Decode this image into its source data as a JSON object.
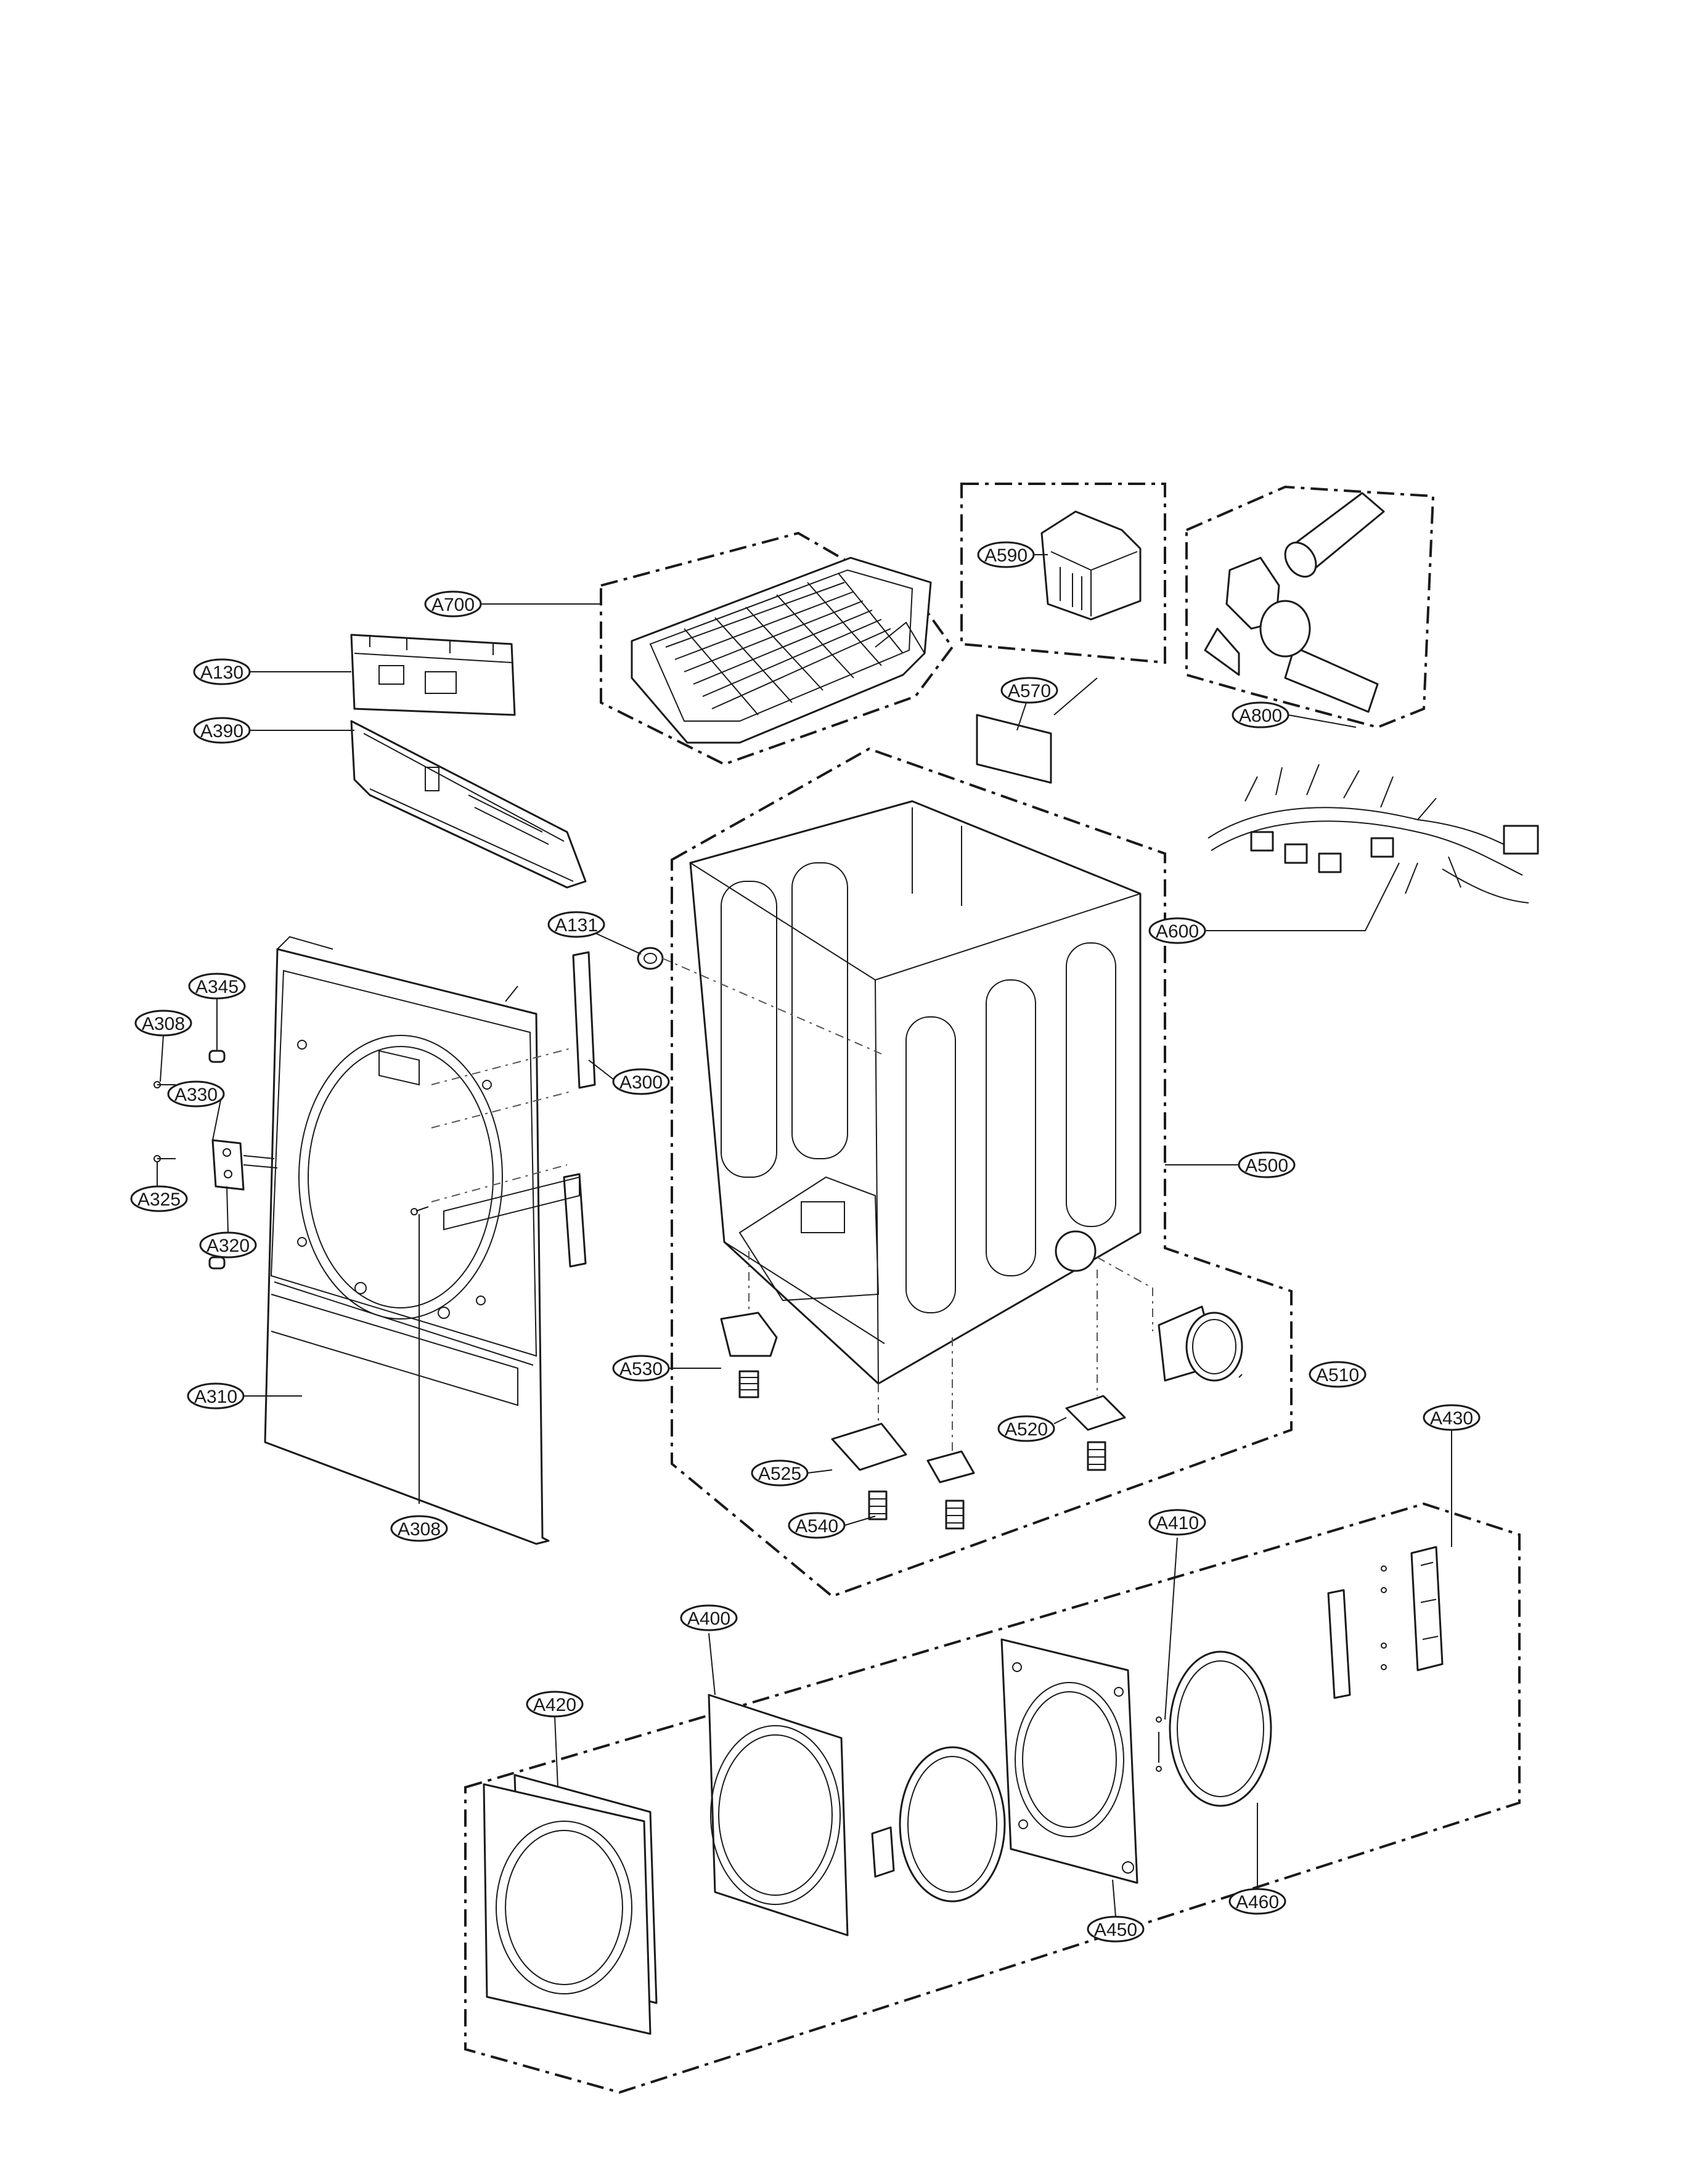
{
  "colors": {
    "ink": "#1a1a1a",
    "background": "#ffffff"
  },
  "callouts": [
    {
      "id": "A700",
      "label": "A700"
    },
    {
      "id": "A130",
      "label": "A130"
    },
    {
      "id": "A390",
      "label": "A390"
    },
    {
      "id": "A590",
      "label": "A590"
    },
    {
      "id": "A570",
      "label": "A570"
    },
    {
      "id": "A800",
      "label": "A800"
    },
    {
      "id": "A600",
      "label": "A600"
    },
    {
      "id": "A131",
      "label": "A131"
    },
    {
      "id": "A345",
      "label": "A345"
    },
    {
      "id": "A308a",
      "label": "A308"
    },
    {
      "id": "A330",
      "label": "A330"
    },
    {
      "id": "A300",
      "label": "A300"
    },
    {
      "id": "A325",
      "label": "A325"
    },
    {
      "id": "A320",
      "label": "A320"
    },
    {
      "id": "A500",
      "label": "A500"
    },
    {
      "id": "A530",
      "label": "A530"
    },
    {
      "id": "A510",
      "label": "A510"
    },
    {
      "id": "A310",
      "label": "A310"
    },
    {
      "id": "A520",
      "label": "A520"
    },
    {
      "id": "A525",
      "label": "A525"
    },
    {
      "id": "A430",
      "label": "A430"
    },
    {
      "id": "A540",
      "label": "A540"
    },
    {
      "id": "A308b",
      "label": "A308"
    },
    {
      "id": "A410",
      "label": "A410"
    },
    {
      "id": "A400",
      "label": "A400"
    },
    {
      "id": "A420",
      "label": "A420"
    },
    {
      "id": "A460",
      "label": "A460"
    },
    {
      "id": "A450",
      "label": "A450"
    }
  ]
}
